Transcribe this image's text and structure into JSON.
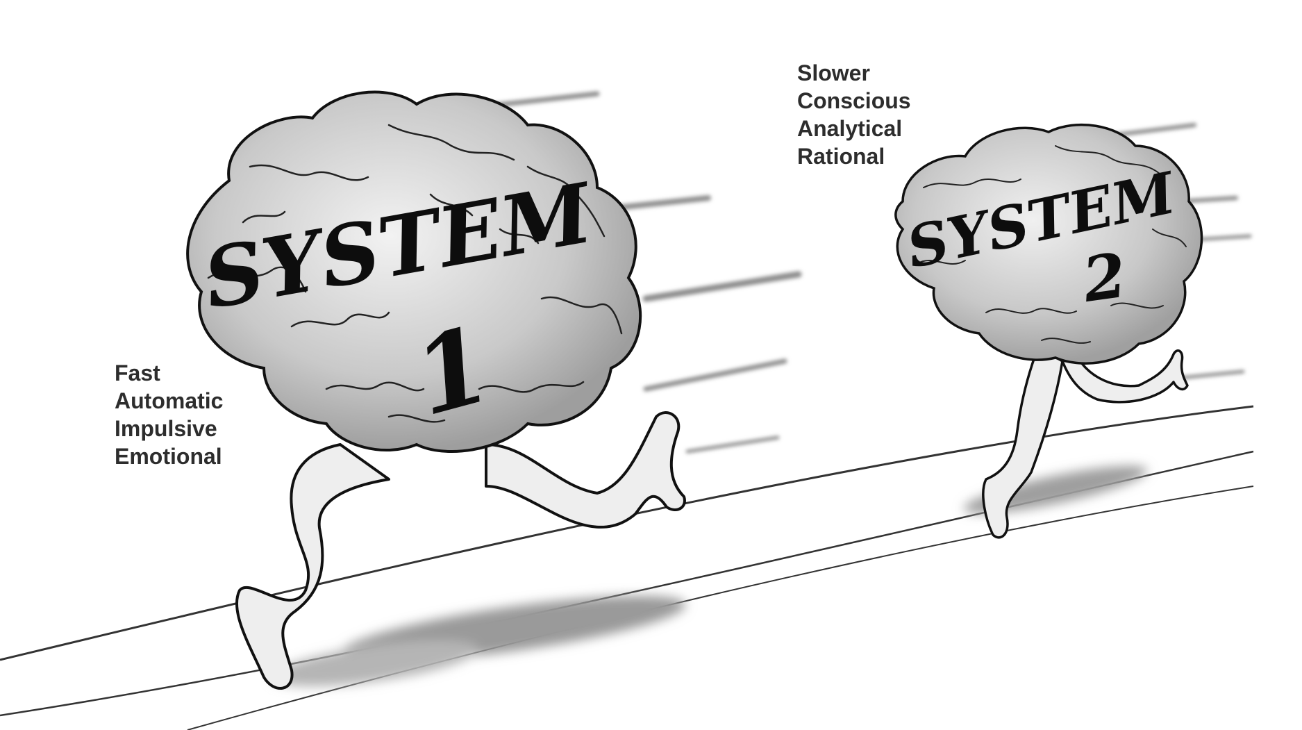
{
  "system_1": {
    "brain_lettering": [
      "SYSTEM",
      "1"
    ],
    "traits": [
      "Fast",
      "Automatic",
      "Impulsive",
      "Emotional"
    ]
  },
  "system_2": {
    "brain_lettering": [
      "SYSTEM",
      "2"
    ],
    "traits": [
      "Slower",
      "Conscious",
      "Analytical",
      "Rational"
    ]
  },
  "colors": {
    "background": "#ffffff",
    "ink": "#111111",
    "brain_fill": "#d6d6d6",
    "skin_fill": "#eeeeee",
    "shadow": "#a9a9a9",
    "label_text": "#2d2d2d"
  }
}
